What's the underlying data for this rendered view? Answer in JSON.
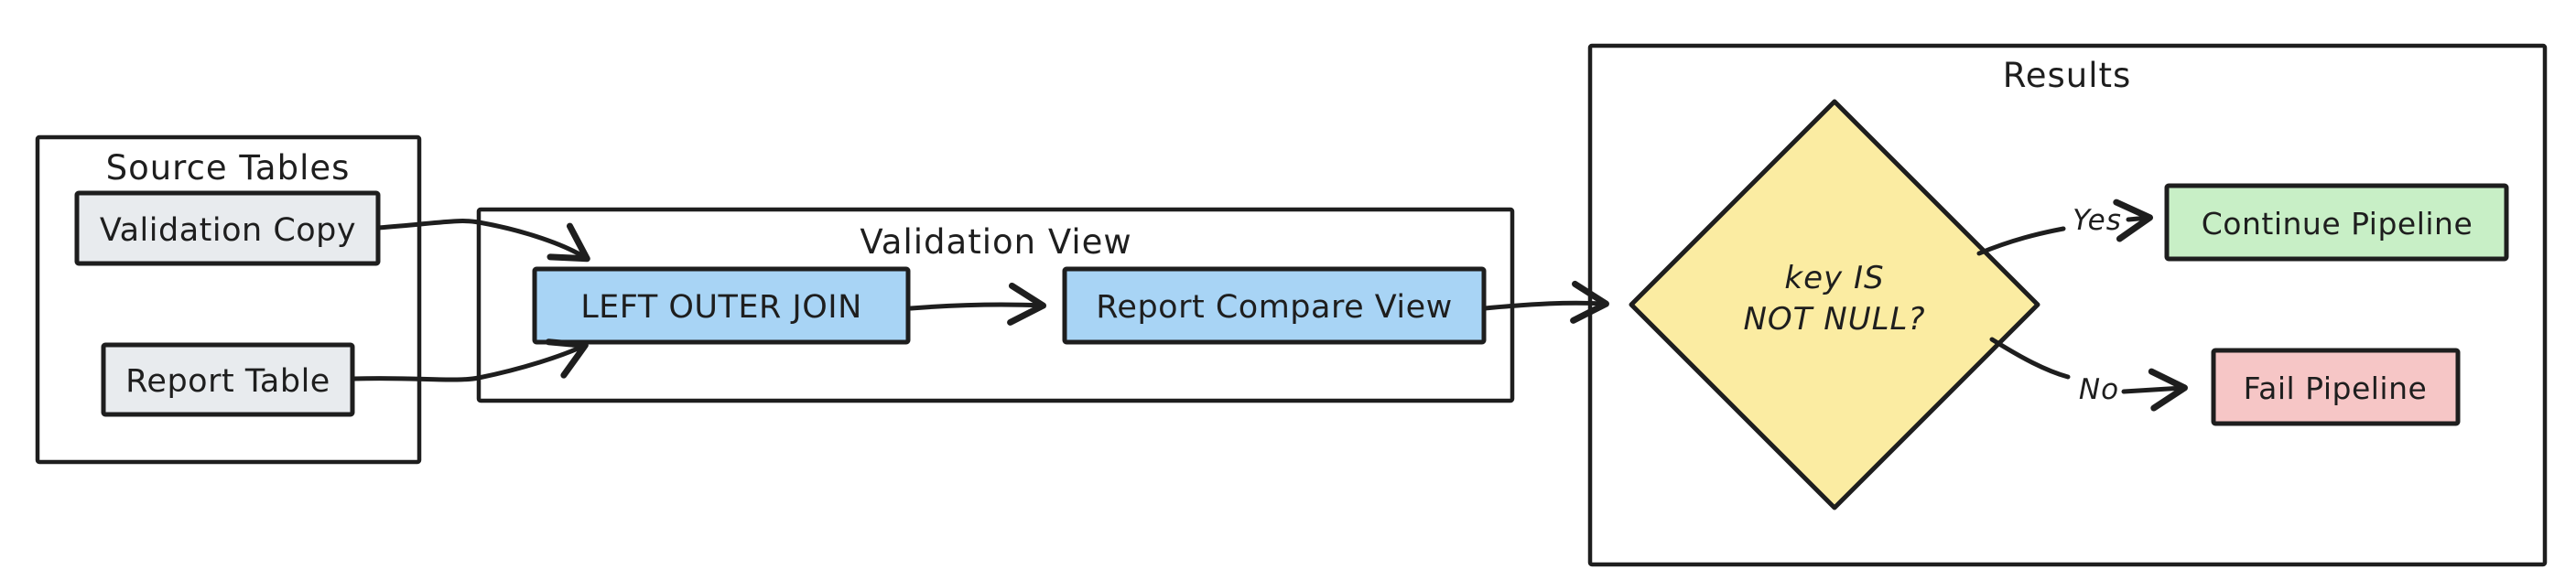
{
  "diagram": {
    "source": {
      "title": "Source Tables",
      "nodes": {
        "validation_copy": "Validation Copy",
        "report_table": "Report Table"
      }
    },
    "validation": {
      "title": "Validation View",
      "nodes": {
        "join": "LEFT OUTER JOIN",
        "compare": "Report Compare View"
      }
    },
    "results": {
      "title": "Results",
      "decision": {
        "line1": "key IS",
        "line2": "NOT NULL?"
      },
      "yes_label": "Yes",
      "no_label": "No",
      "outcomes": {
        "continue": "Continue Pipeline",
        "fail": "Fail Pipeline"
      }
    },
    "colors": {
      "stroke": "#1e1e1e",
      "container_fill": "#ffffff",
      "gray": "#e8ebee",
      "blue": "#a8d4f5",
      "yellow": "#fbeca2",
      "green": "#c8efc6",
      "pink": "#f6c6c6"
    }
  }
}
